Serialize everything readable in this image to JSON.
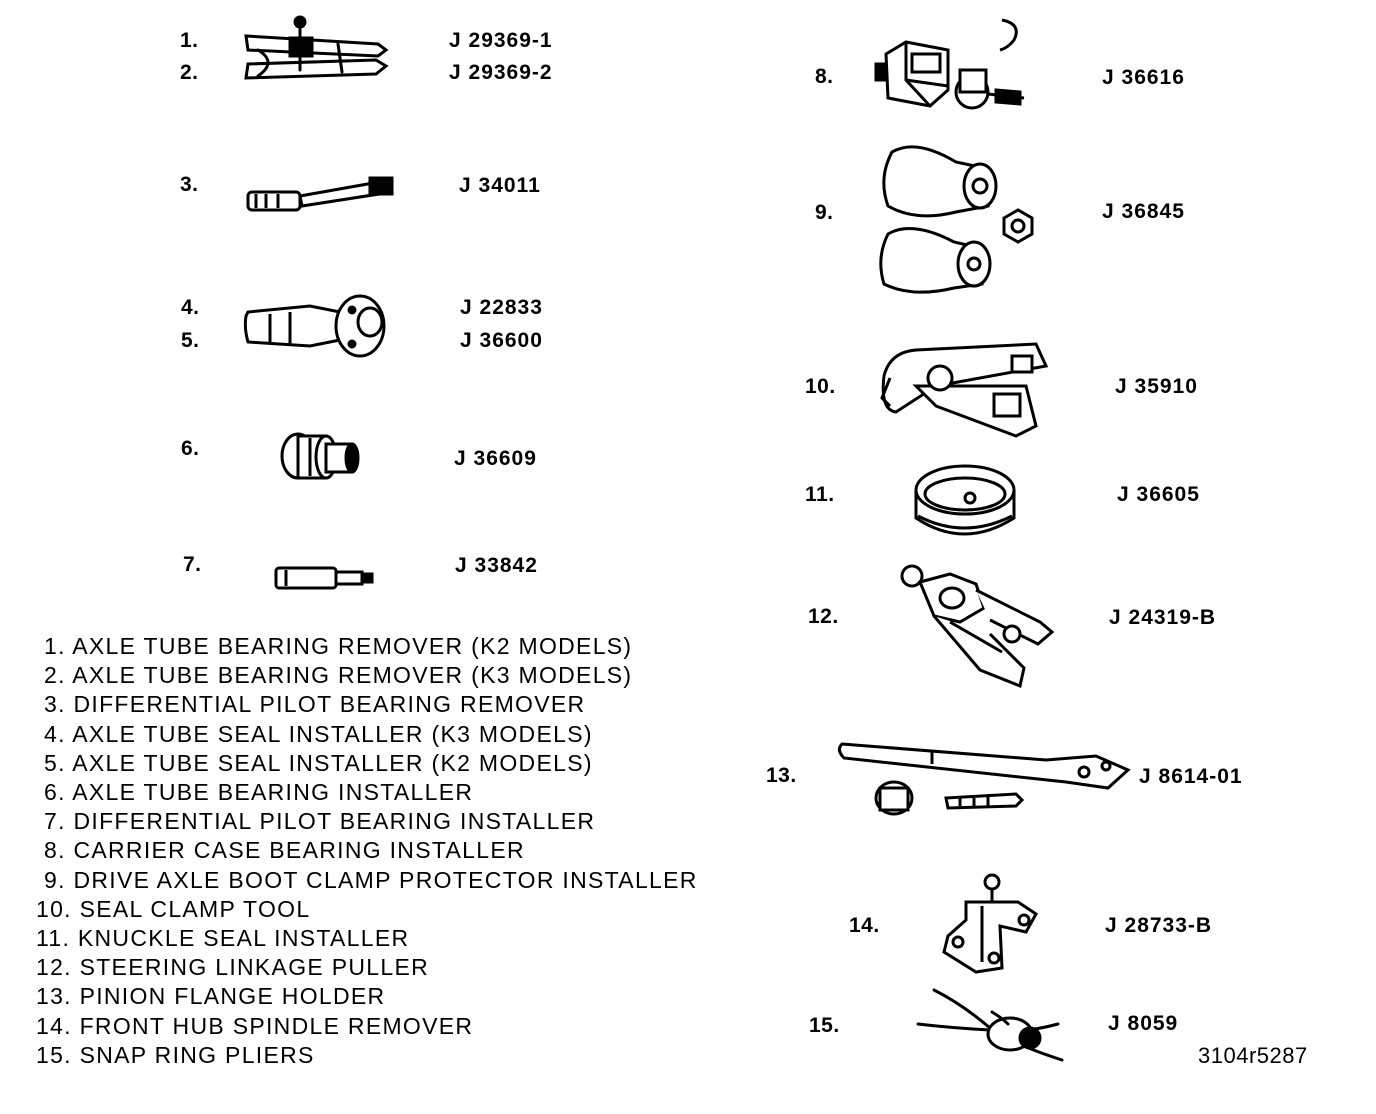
{
  "tools": [
    {
      "num": "1.",
      "code": "J 29369-1"
    },
    {
      "num": "2.",
      "code": "J 29369-2"
    },
    {
      "num": "3.",
      "code": "J 34011"
    },
    {
      "num": "4.",
      "code": "J 22833"
    },
    {
      "num": "5.",
      "code": "J 36600"
    },
    {
      "num": "6.",
      "code": "J 36609"
    },
    {
      "num": "7.",
      "code": "J 33842"
    },
    {
      "num": "8.",
      "code": "J 36616"
    },
    {
      "num": "9.",
      "code": "J 36845"
    },
    {
      "num": "10.",
      "code": "J 35910"
    },
    {
      "num": "11.",
      "code": "J 36605"
    },
    {
      "num": "12.",
      "code": "J 24319-B"
    },
    {
      "num": "13.",
      "code": "J 8614-01"
    },
    {
      "num": "14.",
      "code": "J 28733-B"
    },
    {
      "num": "15.",
      "code": "J  8059"
    }
  ],
  "legend": [
    "1. AXLE TUBE BEARING REMOVER (K2 MODELS)",
    "2. AXLE TUBE BEARING REMOVER (K3 MODELS)",
    "3. DIFFERENTIAL PILOT BEARING REMOVER",
    "4. AXLE TUBE SEAL INSTALLER (K3 MODELS)",
    "5. AXLE TUBE SEAL INSTALLER (K2 MODELS)",
    "6. AXLE TUBE BEARING INSTALLER",
    "7. DIFFERENTIAL PILOT BEARING INSTALLER",
    "8. CARRIER CASE BEARING INSTALLER",
    "9. DRIVE AXLE BOOT CLAMP PROTECTOR INSTALLER",
    "10. SEAL CLAMP TOOL",
    "11. KNUCKLE SEAL INSTALLER",
    "12. STEERING LINKAGE PULLER",
    "13. PINION FLANGE HOLDER",
    "14. FRONT HUB SPINDLE REMOVER",
    "15. SNAP RING PLIERS"
  ],
  "figure_id": "3104r5287"
}
